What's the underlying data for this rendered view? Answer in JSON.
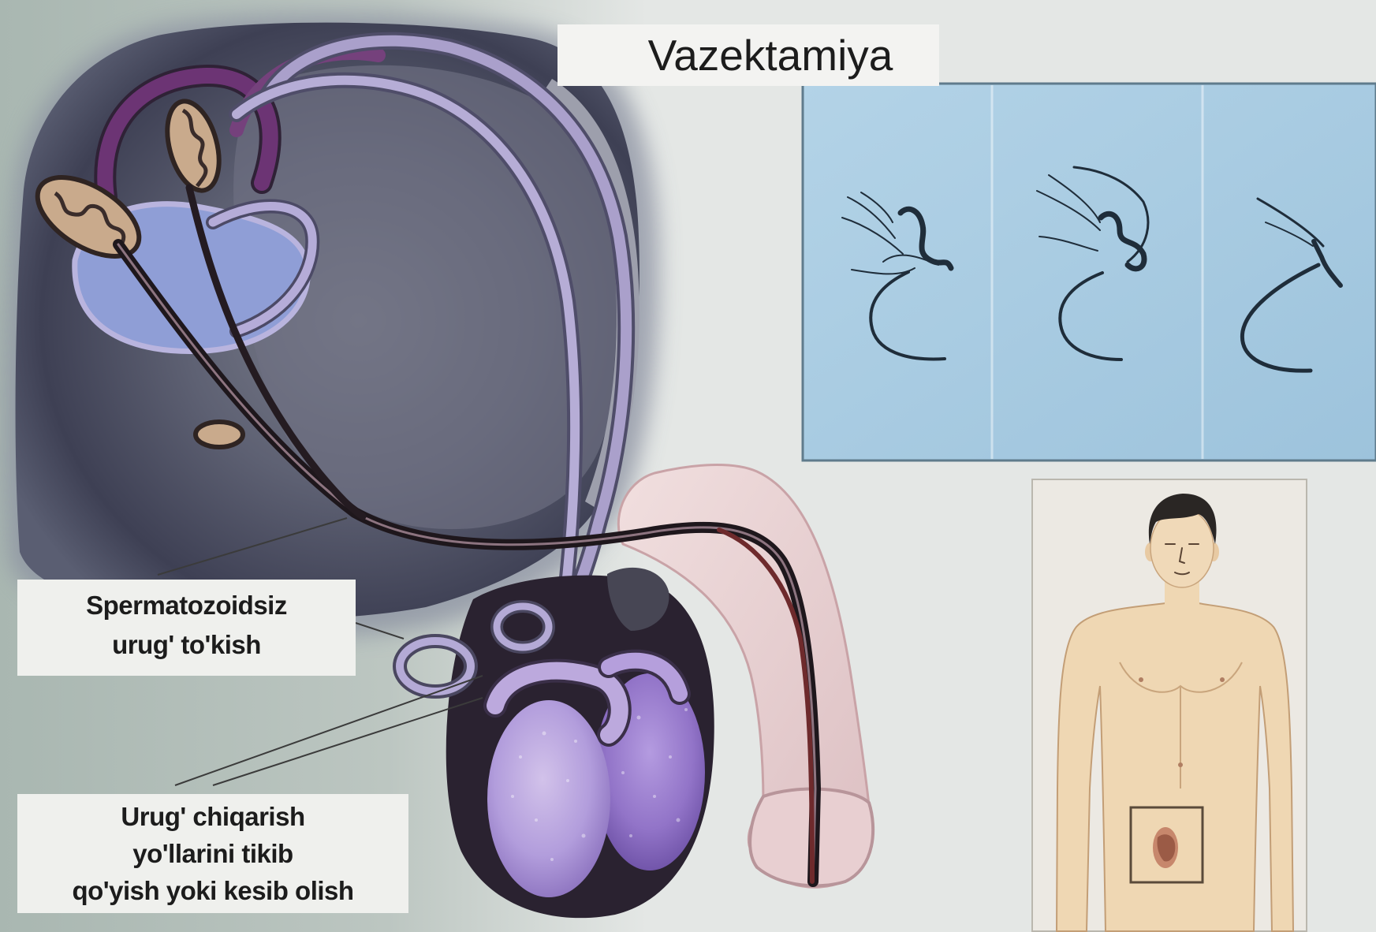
{
  "title": "Vazektamiya",
  "labels": {
    "ejaculation_without_sperm": [
      "Spermatozoidsiz",
      "urug' to'kish"
    ],
    "duct_ligation": [
      "Urug' chiqarish",
      "yo'llarini tikib",
      "qo'yish yoki kesib olish"
    ]
  },
  "colors": {
    "title_bg": "#f3f3f1",
    "label_bg": "#eff0ed",
    "text": "#1c1c1c",
    "sketch_panel": "#a9cce2",
    "skin": "#efd7b3",
    "vas_deferens": "#2b2128"
  }
}
